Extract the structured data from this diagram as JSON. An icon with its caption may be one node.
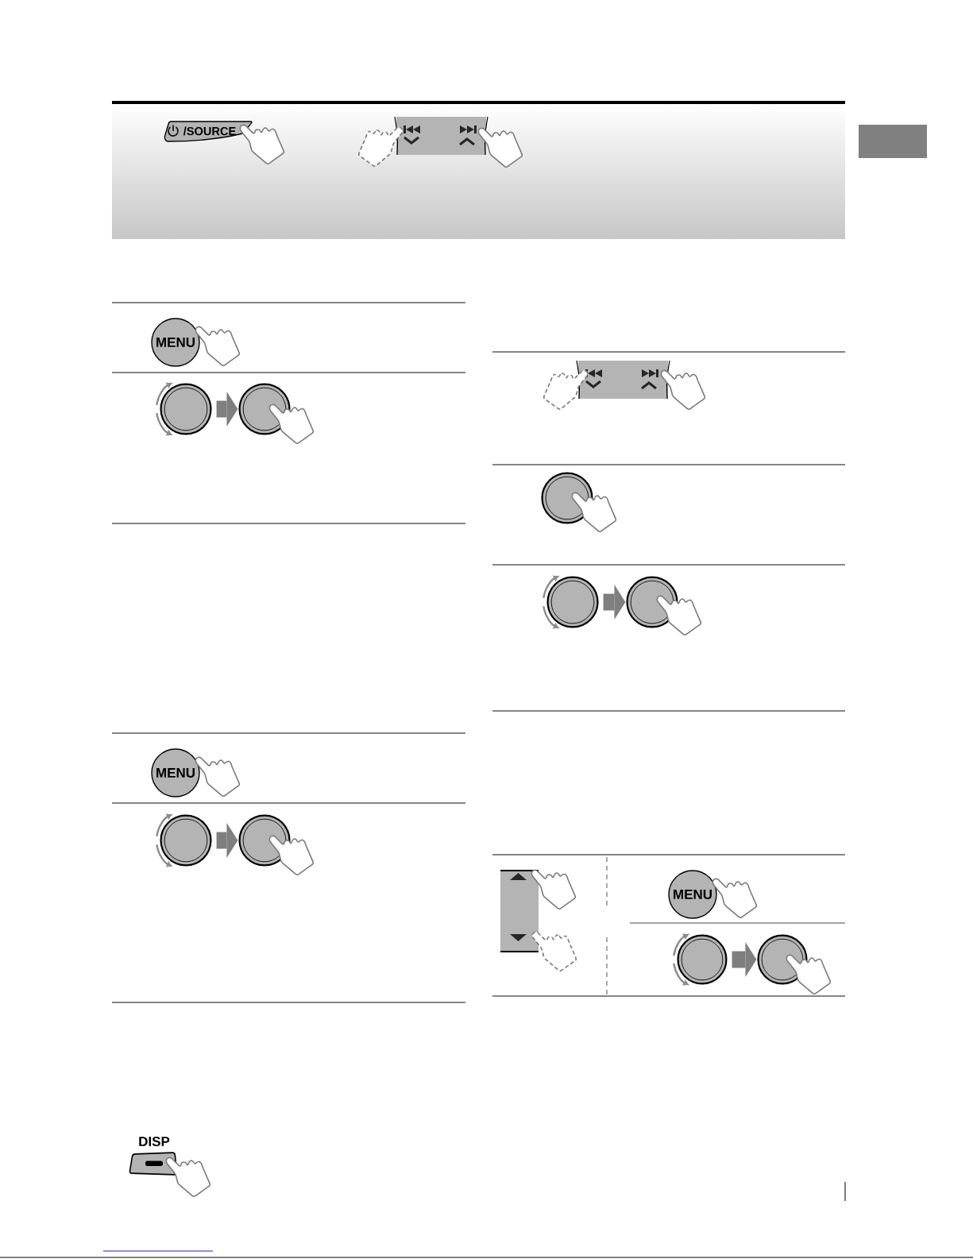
{
  "diagram": {
    "nodes": [
      {
        "text": [
          "/SOURCE"
        ]
      },
      {
        "text": [],
        "shape": "box"
      },
      {
        "text": [
          "MENU"
        ]
      },
      {
        "text": [],
        "shape": "circle"
      },
      {
        "text": [],
        "shape": "circle"
      },
      {
        "text": [
          "MENU"
        ]
      },
      {
        "text": [],
        "shape": "circle"
      },
      {
        "text": [],
        "shape": "circle"
      },
      {
        "text": [
          "DISP"
        ]
      },
      {
        "text": [],
        "shape": "circle"
      },
      {
        "text": [],
        "shape": "circle"
      },
      {
        "text": [],
        "shape": "circle"
      },
      {
        "text": [
          "MENU"
        ]
      },
      {
        "text": [],
        "shape": "circle"
      },
      {
        "text": [],
        "shape": "circle"
      }
    ],
    "edges": [
      {
        "from": 3,
        "to": 4,
        "arrow": "to"
      },
      {
        "from": 6,
        "to": 7,
        "arrow": "to"
      },
      {
        "from": 10,
        "to": 11,
        "arrow": "to"
      },
      {
        "from": 13,
        "to": 14,
        "arrow": "to"
      }
    ]
  }
}
